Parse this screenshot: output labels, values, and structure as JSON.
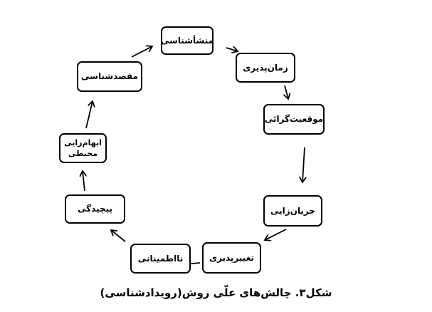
{
  "nodes": {
    "n1": "منشأشناسی",
    "n2": "زمان‌پذیری",
    "n3": "موقعیت‌گرائی",
    "n4": "جریان‌زایی",
    "n5": "تغییرپذیری",
    "n6": "نااطمینانی",
    "n7": "پیچیدگی",
    "n8": "ابهام‌زایی محیطی",
    "n9": "مقصدشناسی"
  },
  "caption": "شکل۳. چالش‌های علّی روش(رویدادشناسی)"
}
